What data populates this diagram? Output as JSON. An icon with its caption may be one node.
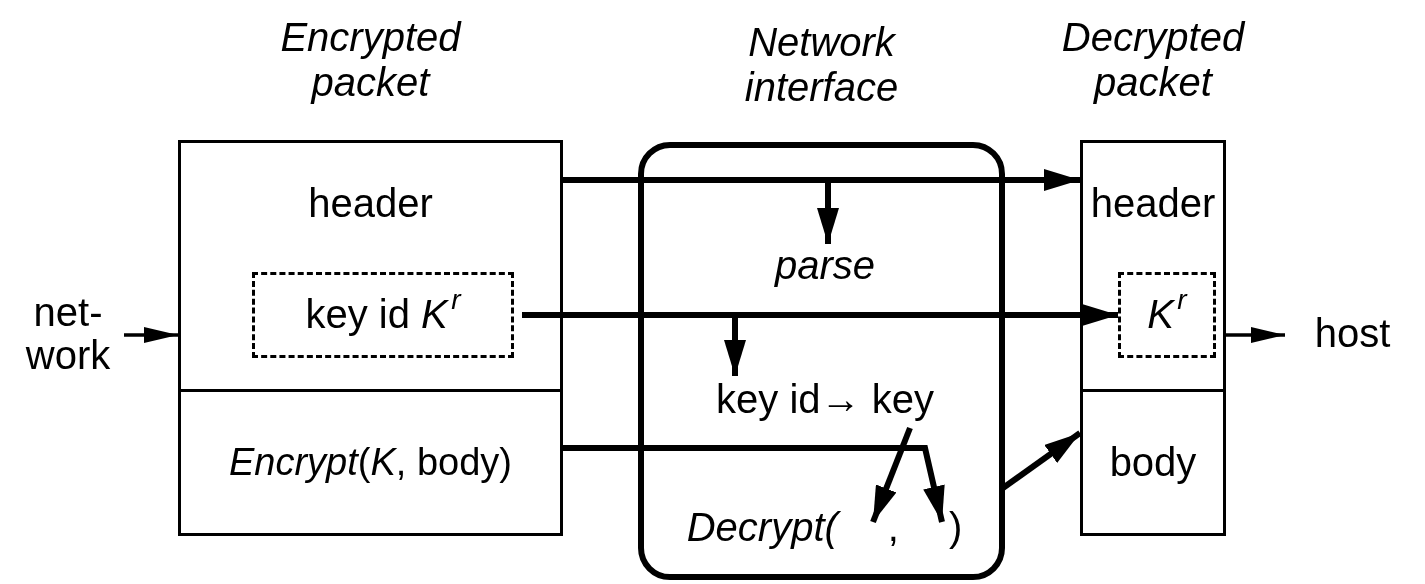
{
  "diagram": {
    "nodes": [
      {
        "text": [
          "net- work"
        ]
      },
      {
        "text": [
          "Encrypted packet"
        ]
      },
      {
        "text": [
          "header"
        ],
        "in": 1
      },
      {
        "text": [
          "key id *K*$^{r}$"
        ],
        "in": 2
      },
      {
        "text": [
          "*Encrypt*(*K*, body)"
        ],
        "in": 1
      },
      {
        "text": [
          "Network interface"
        ]
      },
      {
        "text": [
          "parse"
        ],
        "in": 5
      },
      {
        "text": [
          "key id→ key"
        ],
        "in": 5
      },
      {
        "text": [
          "Decrypt(",
          ",",
          ")"
        ],
        "in": 5
      },
      {
        "text": [
          "Decrypted packet"
        ]
      },
      {
        "text": [
          "header"
        ],
        "in": 9
      },
      {
        "text": [
          "*K*$^{r}$"
        ],
        "in": 10
      },
      {
        "text": [
          "body"
        ],
        "in": 9
      },
      {
        "text": [
          "host"
        ]
      }
    ],
    "edges": [
      {
        "from": 0,
        "to": 1,
        "arrow": "to"
      },
      {
        "from": 2,
        "to": 10,
        "arrow": "to"
      },
      {
        "from": 2,
        "to": 6,
        "arrow": "to"
      },
      {
        "from": 3,
        "to": 11,
        "arrow": "to"
      },
      {
        "from": 3,
        "to": 7,
        "arrow": "to"
      },
      {
        "from": 4,
        "to": 8,
        "arrow": "to"
      },
      {
        "from": 7,
        "to": 8,
        "arrow": "to"
      },
      {
        "from": 8,
        "to": 12,
        "arrow": "to"
      },
      {
        "from": 10,
        "to": 13,
        "arrow": "to"
      }
    ]
  }
}
